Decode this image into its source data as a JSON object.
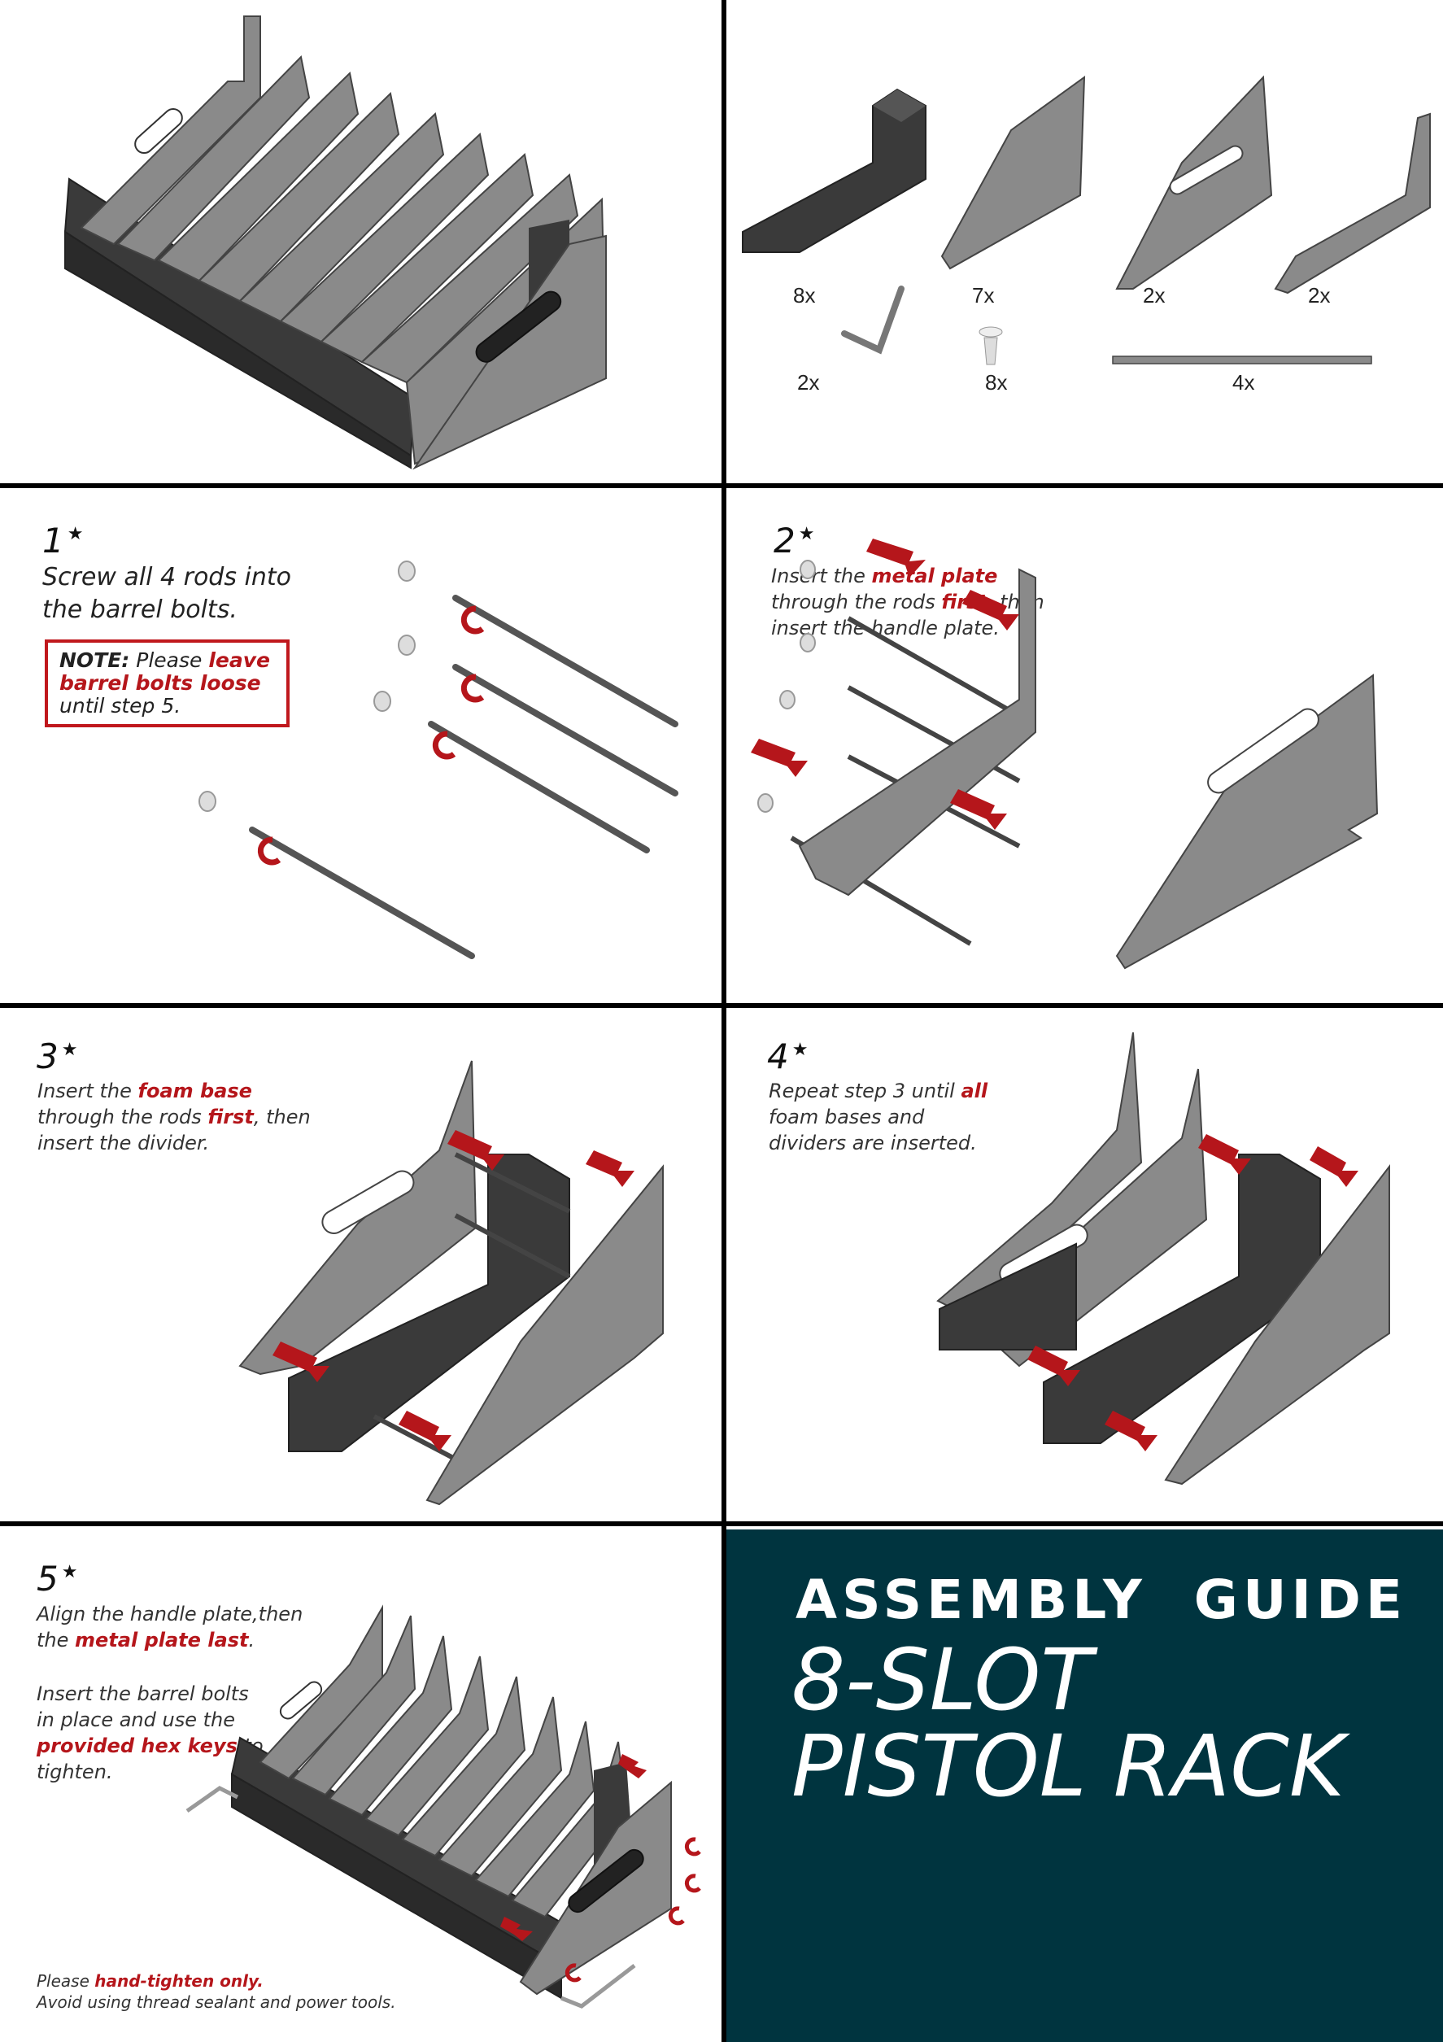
{
  "parts": {
    "foam_base_qty": "8x",
    "divider_qty": "7x",
    "handle_plate_qty": "2x",
    "metal_plate_qty": "2x",
    "hex_key_qty": "2x",
    "barrel_bolt_qty": "8x",
    "rod_qty": "4x"
  },
  "step1": {
    "number": "1",
    "text": "Screw all 4 rods into the barrel bolts.",
    "note_label": "NOTE:",
    "note_pre": "Please",
    "note_highlight": "leave barrel bolts loose",
    "note_post": "until step 5."
  },
  "step2": {
    "number": "2",
    "t1": "Insert the",
    "h1": "metal plate",
    "t2": "through the rods",
    "h2": "first",
    "t3": ", then insert the handle plate."
  },
  "step3": {
    "number": "3",
    "t1": "Insert the",
    "h1": "foam base",
    "t2": "through the rods",
    "h2": "first",
    "t3": ", then insert the divider."
  },
  "step4": {
    "number": "4",
    "t1": "Repeat step 3 until",
    "h1": "all",
    "t2": "foam bases and dividers are inserted."
  },
  "step5": {
    "number": "5",
    "t1": "Align the handle plate,then the",
    "h1": "metal plate last",
    "t2": ".",
    "t3": "Insert the barrel bolts in place and use the",
    "h2": "provided hex keys",
    "t4": "to tighten.",
    "foot_pre": "Please",
    "foot_highlight": "hand-tighten only.",
    "foot_line2": "Avoid using thread sealant and power tools."
  },
  "title": {
    "label": "ASSEMBLY  GUIDE",
    "line1": "8-SLOT",
    "line2": "PISTOL RACK"
  },
  "colors": {
    "accent": "#b5161b",
    "title_bg": "#00343f",
    "plate_gray": "#8a8a8a",
    "foam_dark": "#3a3a3a"
  }
}
